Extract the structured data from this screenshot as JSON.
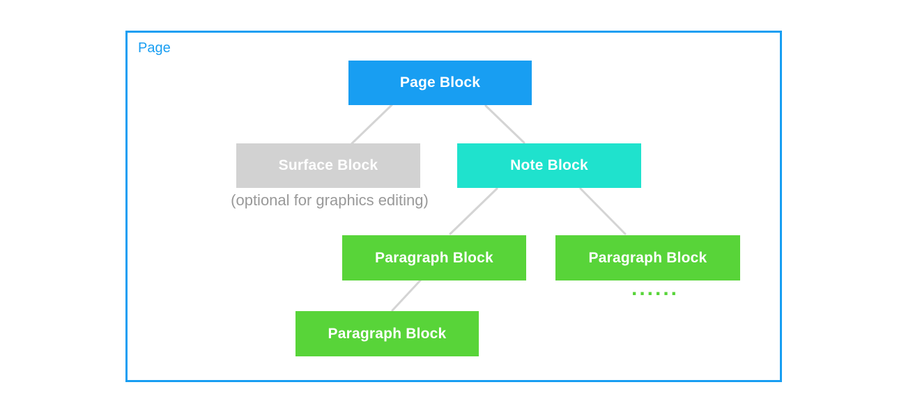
{
  "page": {
    "label": "Page"
  },
  "colors": {
    "frame_blue": "#189EF2",
    "page_block_blue": "#189EF2",
    "note_block_cyan": "#1FE2CD",
    "paragraph_green": "#58D439",
    "surface_gray": "#D2D2D2",
    "caption_gray": "#999999",
    "connector_gray": "#D4D4D4",
    "label_white": "#FFFFFF"
  },
  "diagram": {
    "nodes": [
      {
        "id": "page-block",
        "label": "Page Block"
      },
      {
        "id": "surface-block",
        "label": "Surface Block"
      },
      {
        "id": "note-block",
        "label": "Note Block"
      },
      {
        "id": "paragraph-block-left",
        "label": "Paragraph Block"
      },
      {
        "id": "paragraph-block-right",
        "label": "Paragraph Block"
      },
      {
        "id": "paragraph-block-bottom",
        "label": "Paragraph Block"
      }
    ],
    "caption": "(optional for graphics editing)",
    "ellipsis": "......",
    "edges": [
      {
        "from": "page-block",
        "to": "surface-block"
      },
      {
        "from": "page-block",
        "to": "note-block"
      },
      {
        "from": "note-block",
        "to": "paragraph-block-left"
      },
      {
        "from": "note-block",
        "to": "paragraph-block-right"
      },
      {
        "from": "paragraph-block-left",
        "to": "paragraph-block-bottom"
      }
    ]
  }
}
